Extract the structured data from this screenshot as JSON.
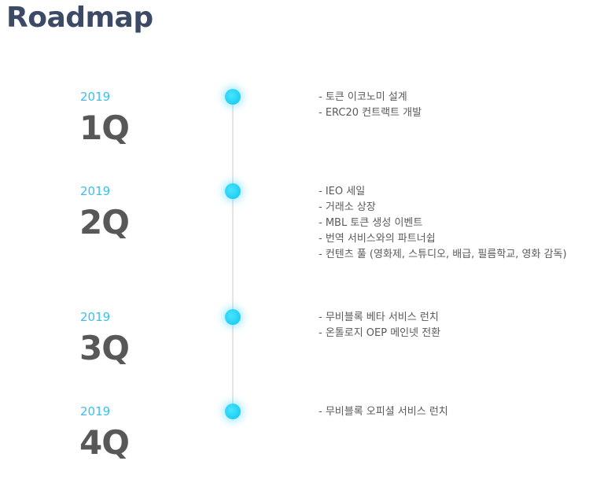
{
  "header": {
    "title": "Roadmap"
  },
  "colors": {
    "title": "#3c4a66",
    "accent": "#39c0f0",
    "quarter": "#585858",
    "dot": "#21cdf3",
    "line": "#e6e6e6",
    "text": "#5a5a5a"
  },
  "milestones": [
    {
      "year": "2019",
      "quarter": "1Q",
      "items": [
        "- 토큰 이코노미 설계",
        "- ERC20 컨트랙트 개발"
      ]
    },
    {
      "year": "2019",
      "quarter": "2Q",
      "items": [
        "- IEO 세일",
        "- 거래소 상장",
        "- MBL 토큰 생성 이벤트",
        "- 번역 서비스와의 파트너쉽",
        "- 컨텐츠 풀 (영화제, 스튜디오, 배급, 필름학교, 영화 감독)"
      ]
    },
    {
      "year": "2019",
      "quarter": "3Q",
      "items": [
        "- 무비블록 베타 서비스 런치",
        "- 온톨로지 OEP 메인넷 전환"
      ]
    },
    {
      "year": "2019",
      "quarter": "4Q",
      "items": [
        "- 무비블록 오피셜 서비스 런치"
      ]
    }
  ]
}
